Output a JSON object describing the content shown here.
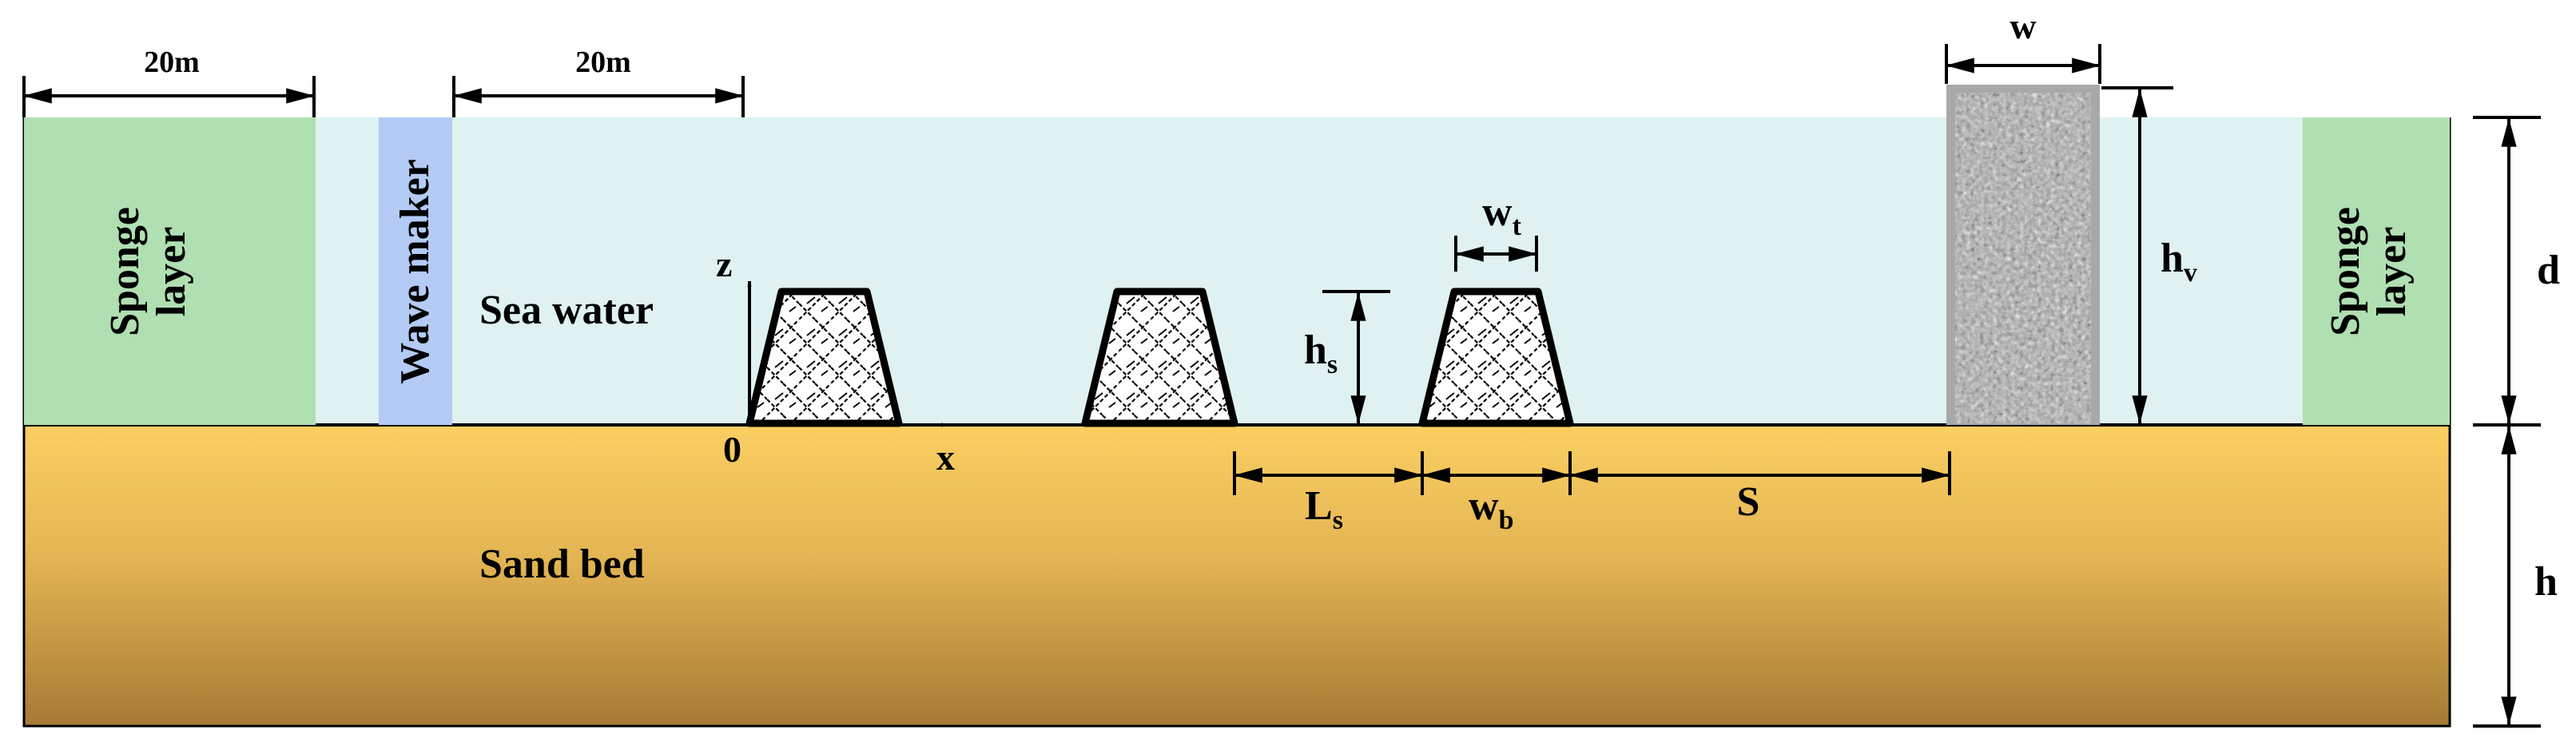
{
  "labels": {
    "sponge_left": [
      "Sponge",
      "layer"
    ],
    "sponge_right": [
      "Sponge",
      "layer"
    ],
    "wave_maker": "Wave maker",
    "sea_water": "Sea water",
    "sand_bed": "Sand bed",
    "dim_left_20m": "20m",
    "dim_mid_20m": "20m",
    "axis_z": "z",
    "axis_x": "x",
    "origin": "0",
    "d": "d",
    "h": "h",
    "hv": "h",
    "hv_sub": "v",
    "hs": "h",
    "hs_sub": "s",
    "w": "w",
    "wt": "w",
    "wt_sub": "t",
    "wb": "w",
    "wb_sub": "b",
    "Ls": "L",
    "Ls_sub": "s",
    "S": "S"
  },
  "colors": {
    "sea_water": "#dff1f1",
    "sponge": "#b0dfb2",
    "wave_maker": "#b3cbf5",
    "sand_top": "#fbcf62",
    "sand_bottom": "#a67a35",
    "vegetation_frame": "#a8a8a8",
    "vegetation_fill": "#d4d4d4"
  }
}
